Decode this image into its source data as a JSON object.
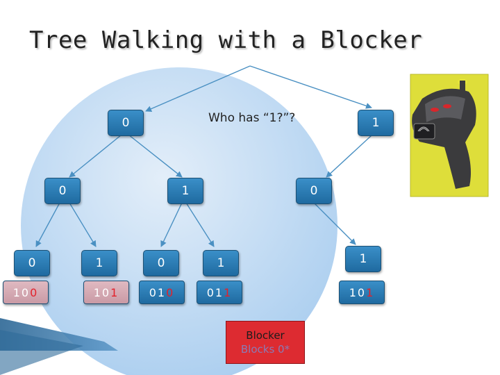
{
  "title": "Tree Walking with a Blocker",
  "query": "Who has “1?”?",
  "nodes": {
    "l1_left": "0",
    "l1_right": "1",
    "l2_a": "0",
    "l2_b": "1",
    "l2_c": "0",
    "l3_a": "0",
    "l3_b": "1",
    "l3_c": "0",
    "l3_d": "1",
    "l3_e": "1"
  },
  "leaves": [
    {
      "prefix": "10",
      "last": "0"
    },
    {
      "prefix": "10",
      "last": "1"
    },
    {
      "prefix": "01",
      "last": "0"
    },
    {
      "prefix": "01",
      "last": "1"
    },
    {
      "prefix": "10",
      "last": "1"
    }
  ],
  "blocker": {
    "label": "Blocker",
    "sub": "Blocks 0*"
  },
  "colors": {
    "node": "#2b7bb9",
    "blocked_leaf": "#d6a9b3",
    "blocker": "#dd2b31",
    "arrow": "#4a90c2",
    "blocked_region": "#cfe3f5",
    "reader_bg": "#dede3a"
  },
  "icons": {
    "reader": "rfid-reader-icon"
  }
}
